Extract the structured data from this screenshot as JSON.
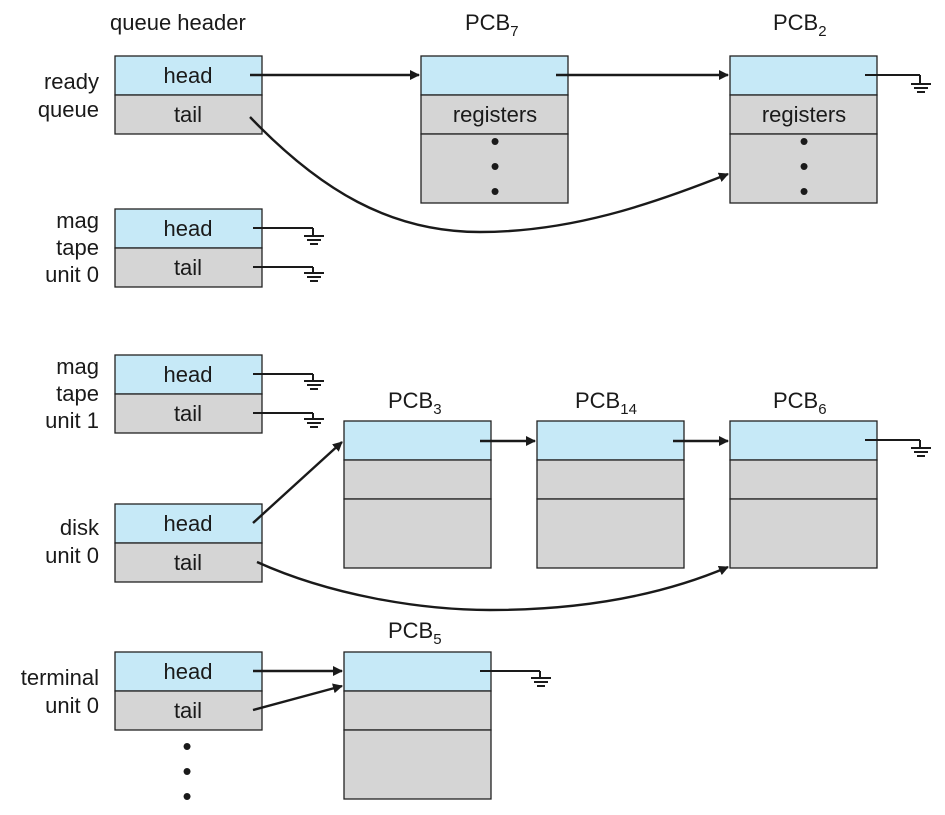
{
  "column_header": "queue header",
  "queues": {
    "ready": {
      "label_lines": [
        "ready",
        "queue"
      ],
      "head": "head",
      "tail": "tail"
    },
    "mag0": {
      "label_lines": [
        "mag",
        "tape",
        "unit 0"
      ],
      "head": "head",
      "tail": "tail"
    },
    "mag1": {
      "label_lines": [
        "mag",
        "tape",
        "unit 1"
      ],
      "head": "head",
      "tail": "tail"
    },
    "disk0": {
      "label_lines": [
        "disk",
        "unit 0"
      ],
      "head": "head",
      "tail": "tail"
    },
    "term0": {
      "label_lines": [
        "terminal",
        "unit 0"
      ],
      "head": "head",
      "tail": "tail"
    }
  },
  "pcbs": {
    "pcb7": {
      "name": "PCB",
      "sub": "7",
      "field": "registers"
    },
    "pcb2": {
      "name": "PCB",
      "sub": "2",
      "field": "registers"
    },
    "pcb3": {
      "name": "PCB",
      "sub": "3"
    },
    "pcb14": {
      "name": "PCB",
      "sub": "14"
    },
    "pcb6": {
      "name": "PCB",
      "sub": "6"
    },
    "pcb5": {
      "name": "PCB",
      "sub": "5"
    }
  },
  "ellipsis": "•",
  "colors": {
    "pointer_cell": "#c6e9f7",
    "data_cell": "#d5d5d5",
    "line": "#1a1a1a"
  }
}
